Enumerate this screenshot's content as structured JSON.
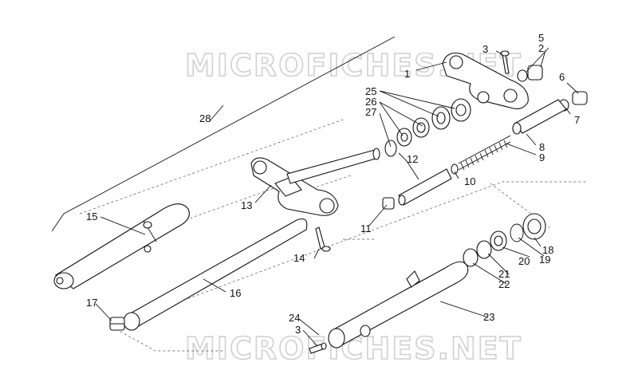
{
  "watermark": {
    "top": "MICROFICHES.NET",
    "bottom": "MICROFICHES.NET"
  },
  "callouts": [
    {
      "id": "c1",
      "text": "1"
    },
    {
      "id": "c2",
      "text": "2"
    },
    {
      "id": "c3a",
      "text": "3"
    },
    {
      "id": "c3b",
      "text": "3"
    },
    {
      "id": "c5",
      "text": "5"
    },
    {
      "id": "c6",
      "text": "6"
    },
    {
      "id": "c7",
      "text": "7"
    },
    {
      "id": "c8",
      "text": "8"
    },
    {
      "id": "c9",
      "text": "9"
    },
    {
      "id": "c10",
      "text": "10"
    },
    {
      "id": "c11",
      "text": "11"
    },
    {
      "id": "c12",
      "text": "12"
    },
    {
      "id": "c13",
      "text": "13"
    },
    {
      "id": "c14",
      "text": "14"
    },
    {
      "id": "c15",
      "text": "15"
    },
    {
      "id": "c16",
      "text": "16"
    },
    {
      "id": "c17",
      "text": "17"
    },
    {
      "id": "c18",
      "text": "18"
    },
    {
      "id": "c19",
      "text": "19"
    },
    {
      "id": "c20",
      "text": "20"
    },
    {
      "id": "c21",
      "text": "21"
    },
    {
      "id": "c22",
      "text": "22"
    },
    {
      "id": "c23",
      "text": "23"
    },
    {
      "id": "c24",
      "text": "24"
    },
    {
      "id": "c25",
      "text": "25"
    },
    {
      "id": "c26",
      "text": "26"
    },
    {
      "id": "c27",
      "text": "27"
    },
    {
      "id": "c28",
      "text": "28"
    }
  ]
}
